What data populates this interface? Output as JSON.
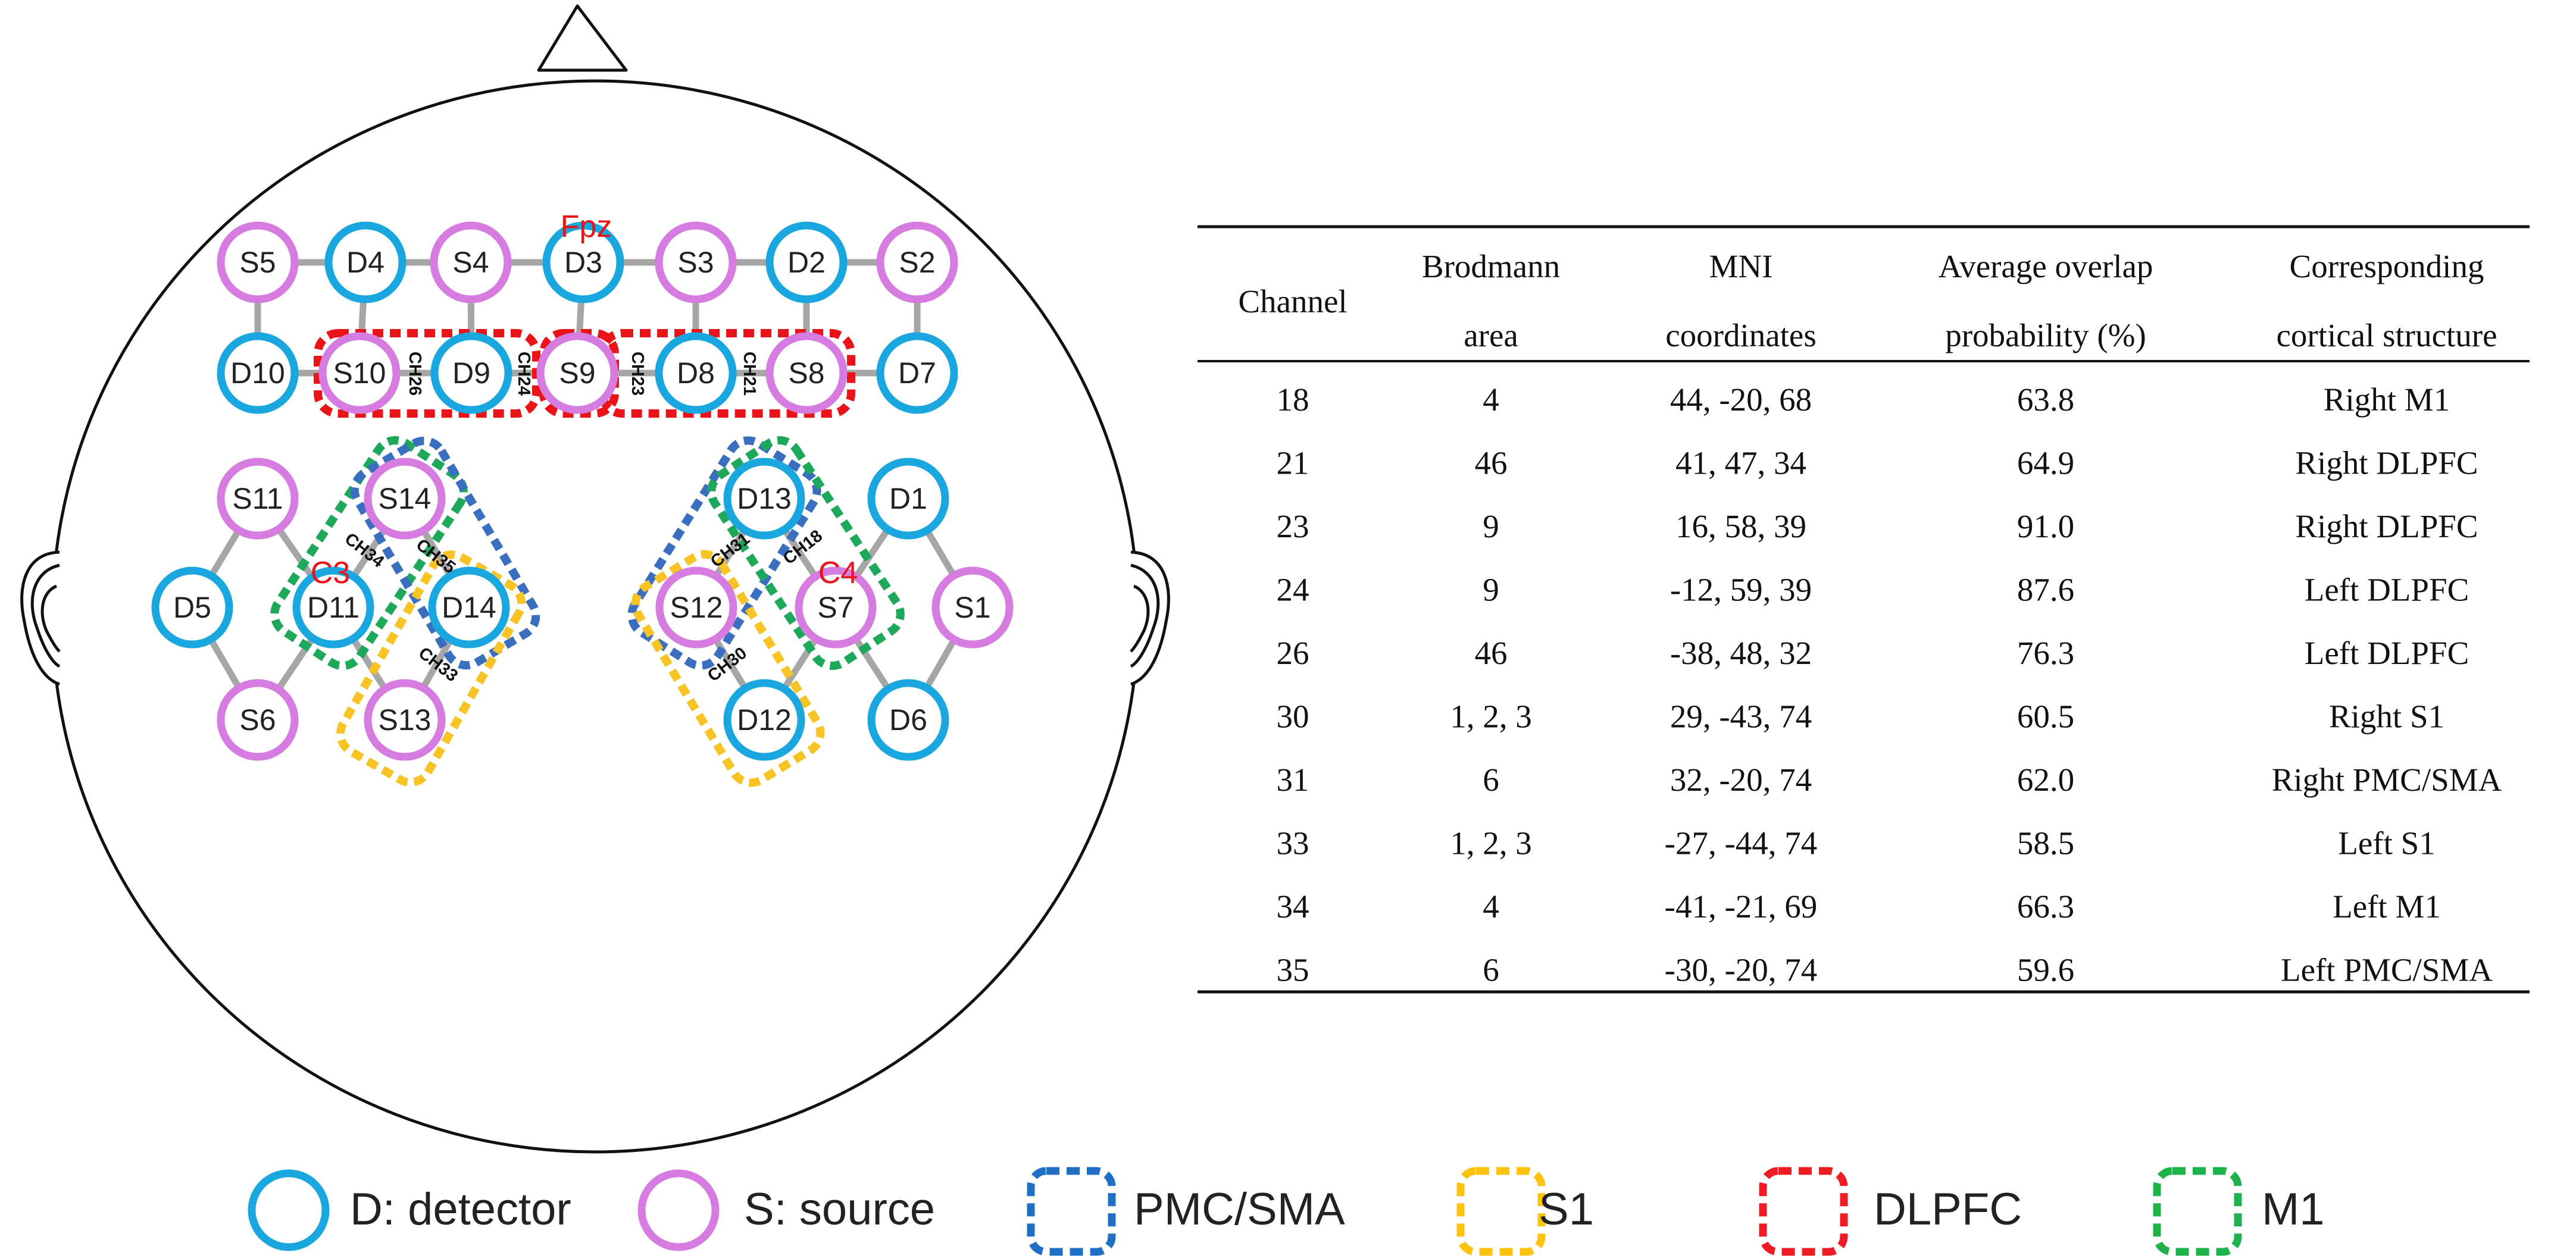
{
  "montage": {
    "landmarks": [
      {
        "id": "fpz",
        "label": "Fpz"
      },
      {
        "id": "c3",
        "label": "C3"
      },
      {
        "id": "c4",
        "label": "C4"
      }
    ],
    "optodes": [
      {
        "label": "S5",
        "type": "source"
      },
      {
        "label": "D4",
        "type": "detector"
      },
      {
        "label": "S4",
        "type": "source"
      },
      {
        "label": "D3",
        "type": "detector"
      },
      {
        "label": "S3",
        "type": "source"
      },
      {
        "label": "D2",
        "type": "detector"
      },
      {
        "label": "S2",
        "type": "source"
      },
      {
        "label": "D10",
        "type": "detector"
      },
      {
        "label": "S10",
        "type": "source"
      },
      {
        "label": "D9",
        "type": "detector"
      },
      {
        "label": "S9",
        "type": "source"
      },
      {
        "label": "D8",
        "type": "detector"
      },
      {
        "label": "S8",
        "type": "source"
      },
      {
        "label": "D7",
        "type": "detector"
      },
      {
        "label": "S11",
        "type": "source"
      },
      {
        "label": "S14",
        "type": "source"
      },
      {
        "label": "D5",
        "type": "detector"
      },
      {
        "label": "D11",
        "type": "detector"
      },
      {
        "label": "D14",
        "type": "detector"
      },
      {
        "label": "S6",
        "type": "source"
      },
      {
        "label": "S13",
        "type": "source"
      },
      {
        "label": "D13",
        "type": "detector"
      },
      {
        "label": "D1",
        "type": "detector"
      },
      {
        "label": "S12",
        "type": "source"
      },
      {
        "label": "S7",
        "type": "source"
      },
      {
        "label": "S1",
        "type": "source"
      },
      {
        "label": "D12",
        "type": "detector"
      },
      {
        "label": "D6",
        "type": "detector"
      }
    ],
    "channel_labels": [
      "CH26",
      "CH24",
      "CH23",
      "CH21",
      "CH34",
      "CH35",
      "CH33",
      "CH31",
      "CH18",
      "CH30"
    ]
  },
  "table": {
    "headers": [
      [
        "Channel"
      ],
      [
        "Brodmann",
        "area"
      ],
      [
        "MNI",
        "coordinates"
      ],
      [
        "Average overlap",
        "probability (%)"
      ],
      [
        "Corresponding",
        "cortical structure"
      ]
    ],
    "rows": [
      [
        "18",
        "4",
        "44, -20, 68",
        "63.8",
        "Right M1"
      ],
      [
        "21",
        "46",
        "41, 47, 34",
        "64.9",
        "Right DLPFC"
      ],
      [
        "23",
        "9",
        "16, 58, 39",
        "91.0",
        "Right DLPFC"
      ],
      [
        "24",
        "9",
        "-12, 59, 39",
        "87.6",
        "Left DLPFC"
      ],
      [
        "26",
        "46",
        "-38, 48, 32",
        "76.3",
        "Left DLPFC"
      ],
      [
        "30",
        "1, 2, 3",
        "29, -43, 74",
        "60.5",
        "Right S1"
      ],
      [
        "31",
        "6",
        "32, -20, 74",
        "62.0",
        "Right PMC/SMA"
      ],
      [
        "33",
        "1, 2, 3",
        "-27, -44, 74",
        "58.5",
        "Left S1"
      ],
      [
        "34",
        "4",
        "-41, -21, 69",
        "66.3",
        "Left M1"
      ],
      [
        "35",
        "6",
        "-30, -20, 74",
        "59.6",
        "Left PMC/SMA"
      ]
    ]
  },
  "legend": [
    {
      "label": "D: detector",
      "color": "#1aa7e0"
    },
    {
      "label": "S: source",
      "color": "#d67bdf"
    },
    {
      "label": "PMC/SMA",
      "color": "#1f6fc4"
    },
    {
      "label": "S1",
      "color": "#ffc20e"
    },
    {
      "label": "DLPFC",
      "color": "#ee1c24"
    },
    {
      "label": "M1",
      "color": "#1db24a"
    }
  ],
  "colors": {
    "detector": "#1aa7e0",
    "source": "#d67bdf",
    "pmc_sma": "#3a6fc0",
    "s1": "#f7c325",
    "dlpfc": "#e8141a",
    "m1": "#1da85a",
    "landmark": "#e8141a"
  }
}
